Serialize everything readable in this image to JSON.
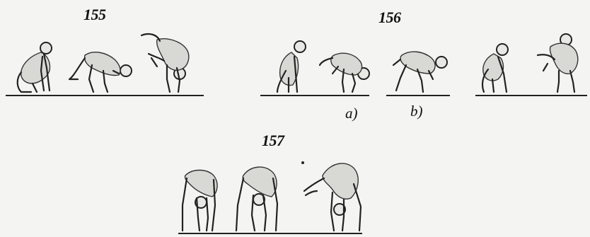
{
  "figures": [
    {
      "number": "155"
    },
    {
      "number": "156",
      "sub_labels": [
        "a)",
        "b)"
      ]
    },
    {
      "number": "157"
    }
  ]
}
